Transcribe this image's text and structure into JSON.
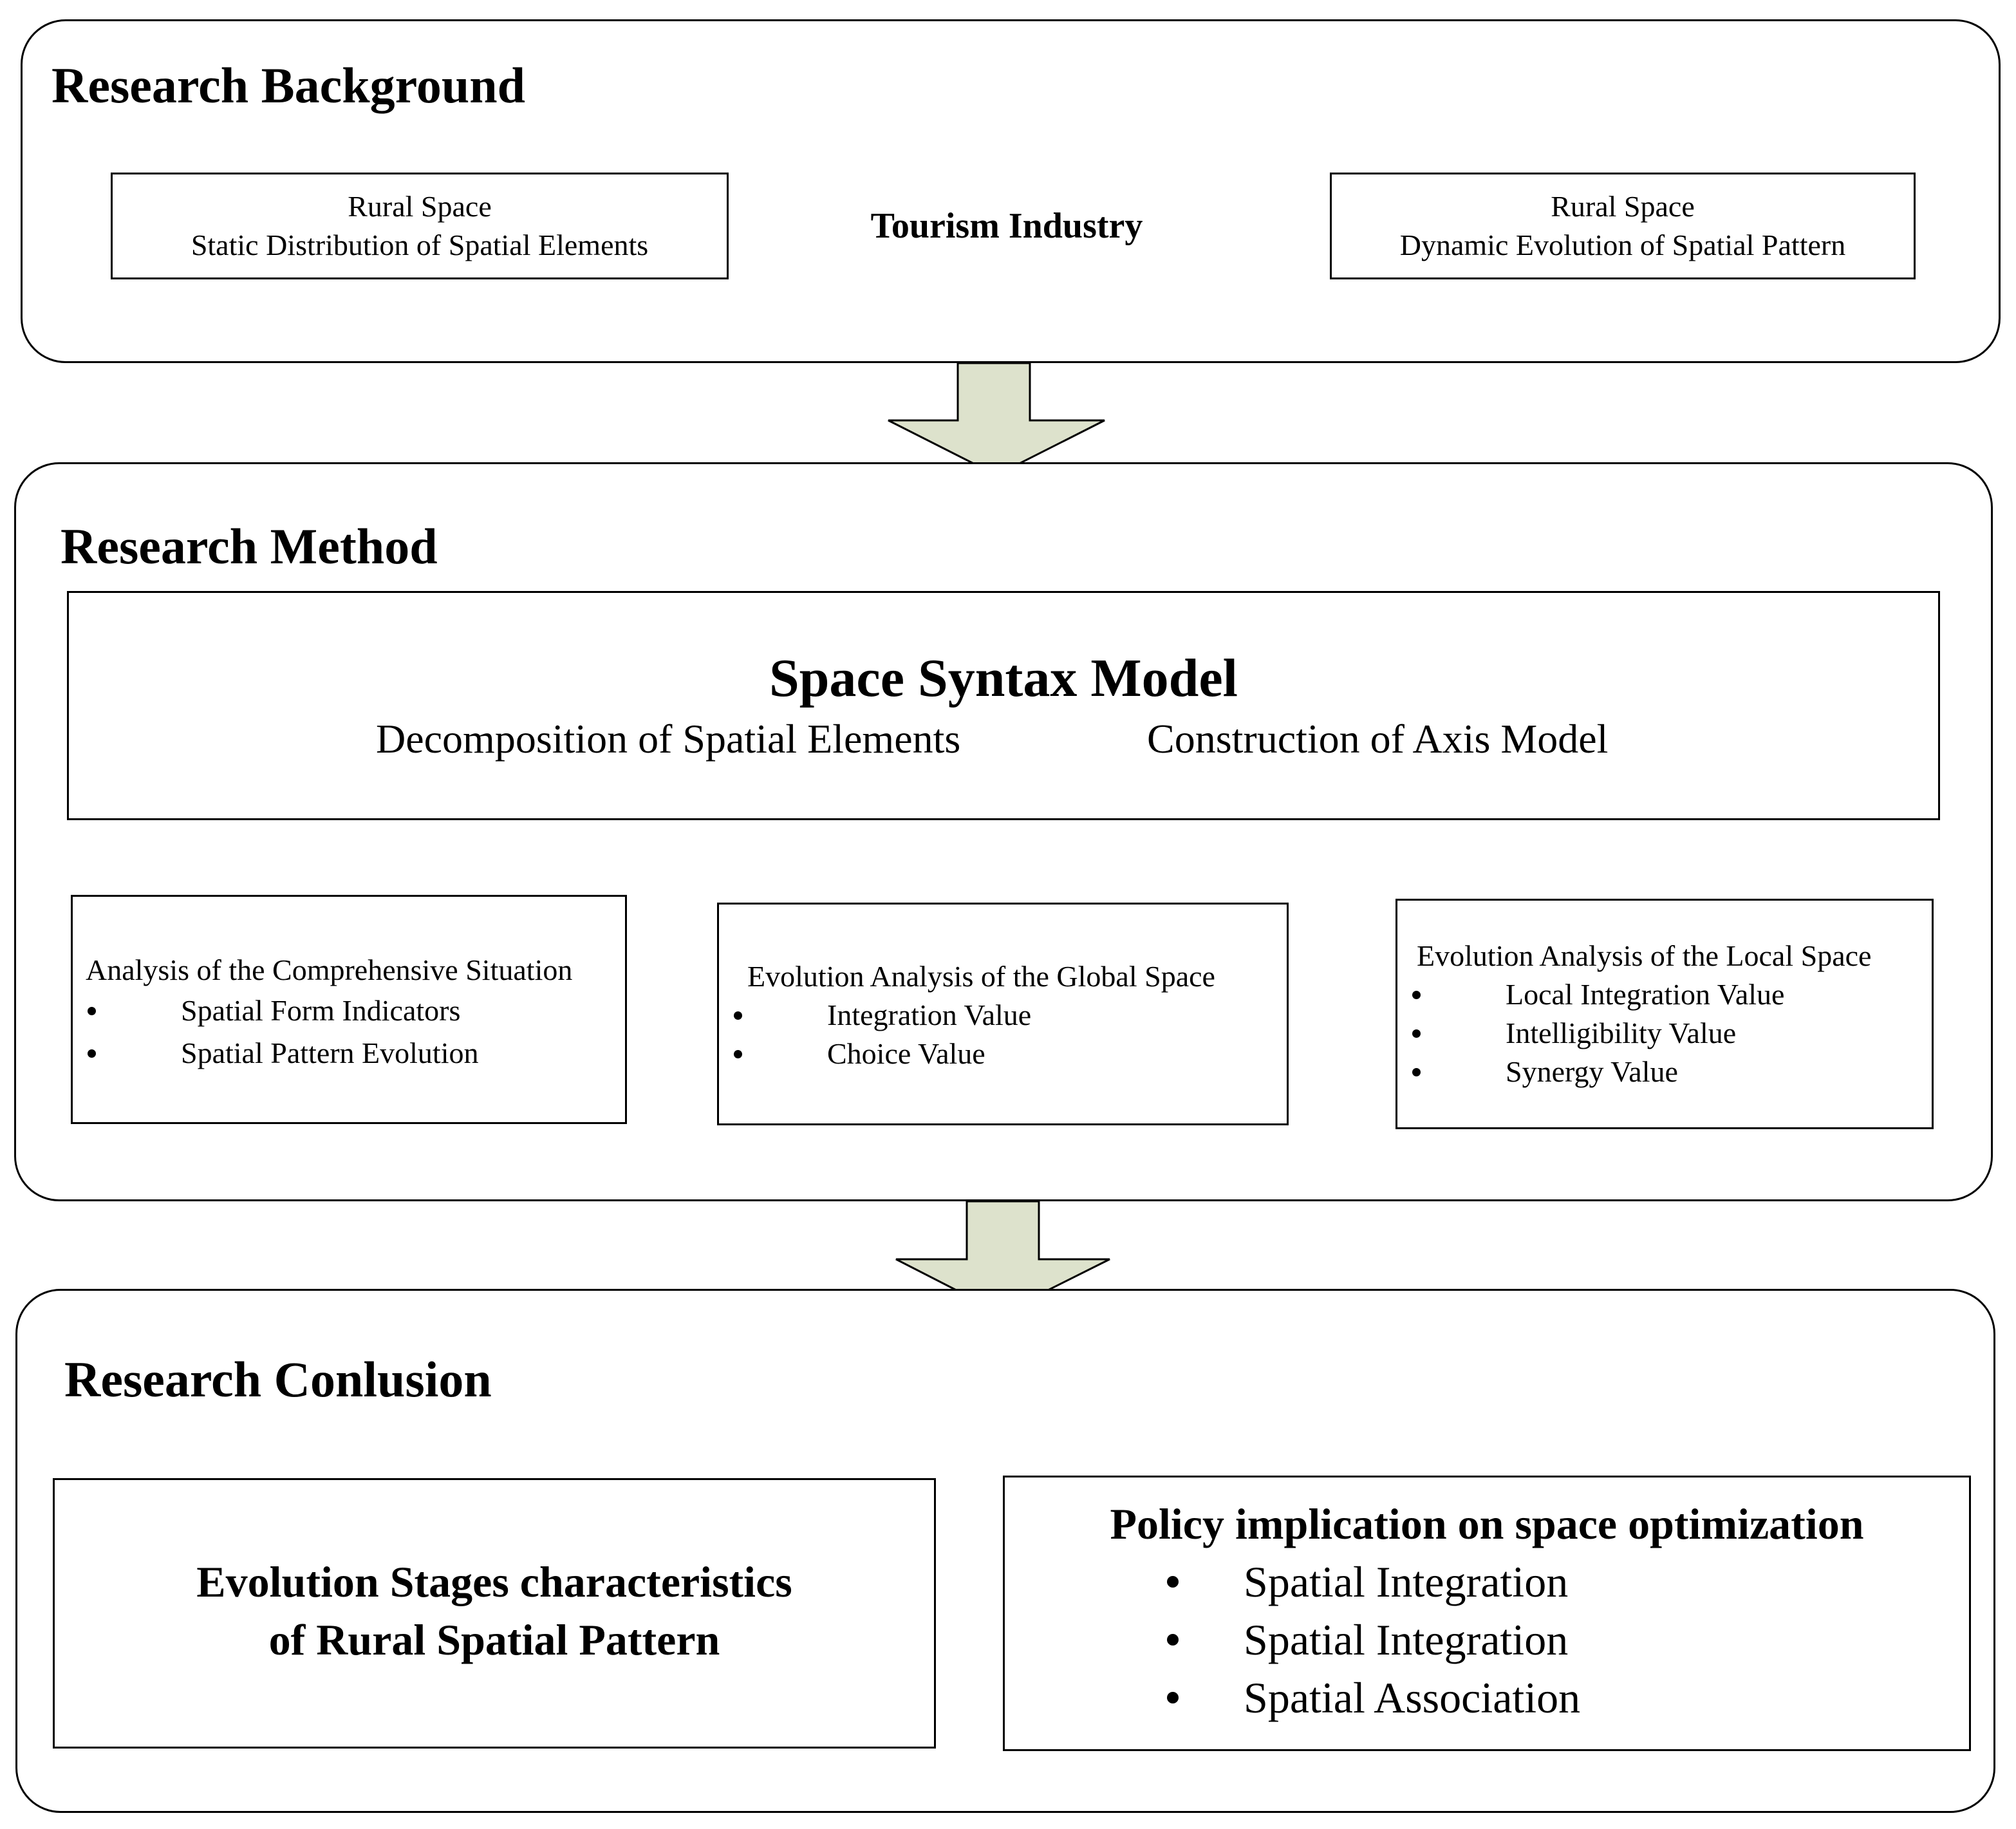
{
  "background": {
    "title": "Research Background",
    "left_box": {
      "line1": "Rural Space",
      "line2": "Static Distribution of Spatial Elements"
    },
    "center_diamond": "Tourism Industry",
    "right_box": {
      "line1": "Rural Space",
      "line2": "Dynamic Evolution of Spatial Pattern"
    }
  },
  "method": {
    "title": "Research Method",
    "model": {
      "title": "Space Syntax Model",
      "left_sub": "Decomposition of Spatial Elements",
      "right_sub": "Construction of Axis Model"
    },
    "analyses": [
      {
        "title": "Analysis of the Comprehensive Situation",
        "items": [
          "Spatial Form Indicators",
          "Spatial Pattern Evolution"
        ]
      },
      {
        "title": "Evolution Analysis of the Global Space",
        "items": [
          "Integration Value",
          "Choice Value"
        ]
      },
      {
        "title": "Evolution Analysis of the Local Space",
        "items": [
          "Local Integration Value",
          "Intelligibility Value",
          "Synergy Value"
        ]
      }
    ]
  },
  "conclusion": {
    "title": "Research Conlusion",
    "left_box": {
      "line1": "Evolution Stages characteristics",
      "line2": "of Rural Spatial Pattern"
    },
    "right_box": {
      "title": "Policy implication on space optimization",
      "items": [
        "Spatial Integration",
        "Spatial Integration",
        "Spatial Association"
      ]
    }
  },
  "colors": {
    "flow_arrow_fill": "#dde2cc",
    "stroke": "#000000"
  }
}
